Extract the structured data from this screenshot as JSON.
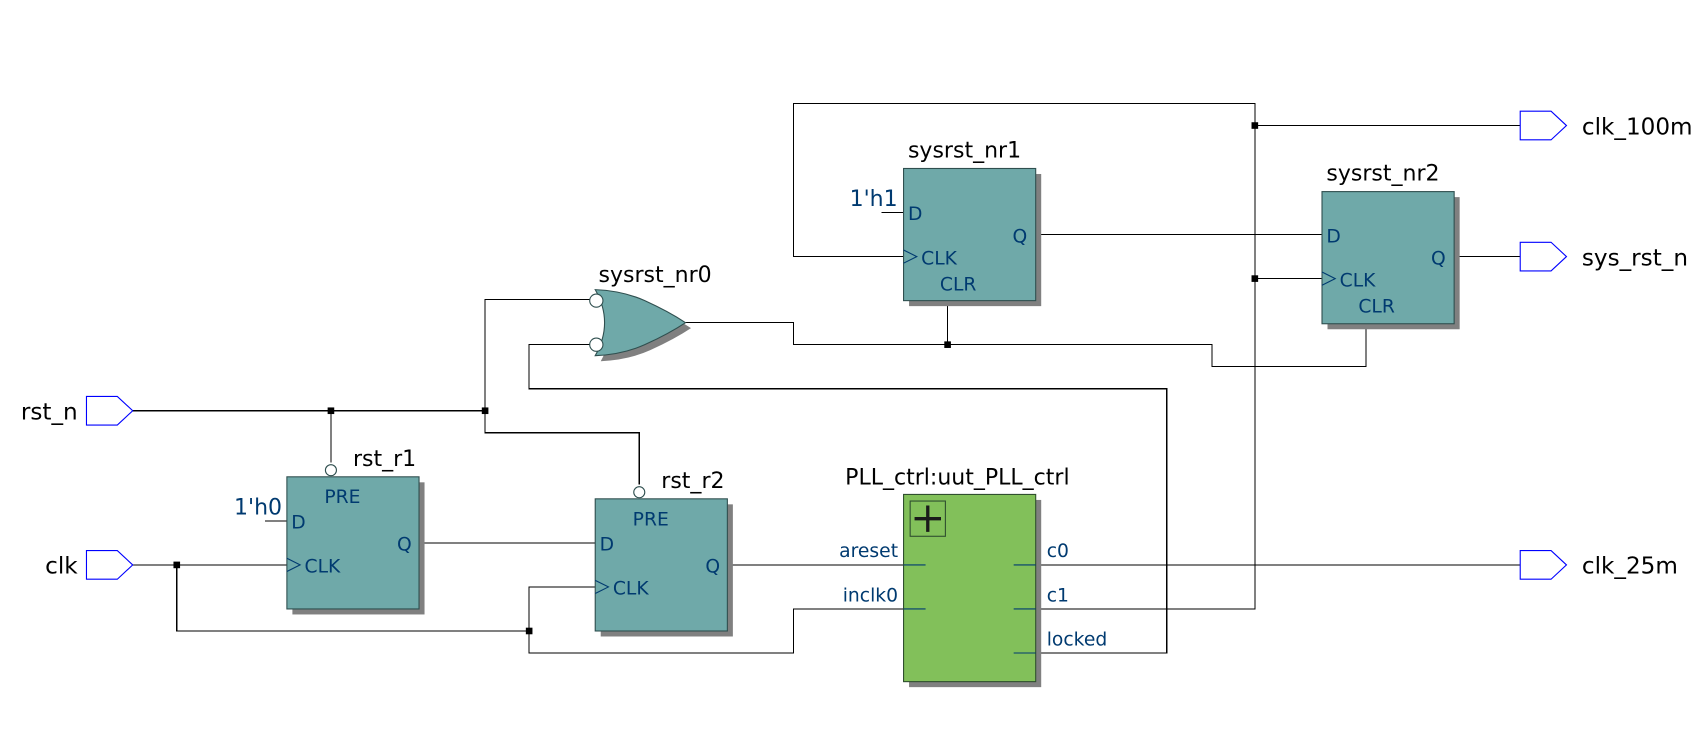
{
  "diagram": {
    "type": "rtl-schematic",
    "input_ports": [
      {
        "id": "rst_n",
        "label": "rst_n"
      },
      {
        "id": "clk",
        "label": "clk"
      }
    ],
    "output_ports": [
      {
        "id": "clk_100m",
        "label": "clk_100m"
      },
      {
        "id": "sys_rst_n",
        "label": "sys_rst_n"
      },
      {
        "id": "clk_25m",
        "label": "clk_25m"
      }
    ],
    "instances": {
      "rst_r1": {
        "name": "rst_r1",
        "type": "DFF",
        "pins": {
          "pre": "PRE",
          "d": "D",
          "clk": "CLK",
          "q": "Q"
        },
        "const_d": "1'h0"
      },
      "rst_r2": {
        "name": "rst_r2",
        "type": "DFF",
        "pins": {
          "pre": "PRE",
          "d": "D",
          "clk": "CLK",
          "q": "Q"
        }
      },
      "sysrst_nr0": {
        "name": "sysrst_nr0",
        "type": "OR (inverted inputs)"
      },
      "sysrst_nr1": {
        "name": "sysrst_nr1",
        "type": "DFF",
        "pins": {
          "d": "D",
          "clk": "CLK",
          "clr": "CLR",
          "q": "Q"
        },
        "const_d": "1'h1"
      },
      "sysrst_nr2": {
        "name": "sysrst_nr2",
        "type": "DFF",
        "pins": {
          "d": "D",
          "clk": "CLK",
          "clr": "CLR",
          "q": "Q"
        }
      },
      "pll": {
        "name": "PLL_ctrl:uut_PLL_ctrl",
        "type": "hierarchy",
        "expand_icon": "plus-icon",
        "inputs": {
          "areset": "areset",
          "inclk0": "inclk0"
        },
        "outputs": {
          "c0": "c0",
          "c1": "c1",
          "locked": "locked"
        }
      }
    },
    "colors": {
      "flipflop": "#6fa9a9",
      "pll": "#82c05a",
      "port_outline": "#0000ff",
      "pin_text": "#003a70",
      "wire": "#000000"
    }
  }
}
